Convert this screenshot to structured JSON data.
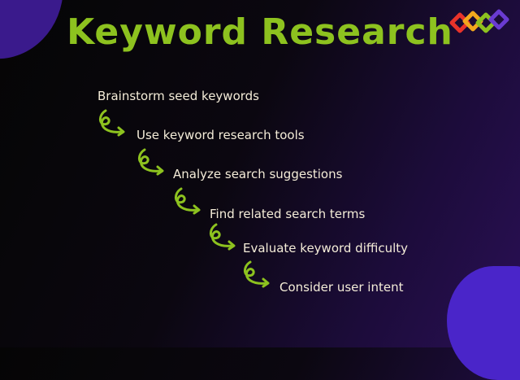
{
  "title": "Keyword Research",
  "steps": [
    {
      "label": "Brainstorm seed keywords"
    },
    {
      "label": "Use keyword research tools"
    },
    {
      "label": "Analyze search suggestions"
    },
    {
      "label": "Find related search terms"
    },
    {
      "label": "Evaluate keyword difficulty"
    },
    {
      "label": "Consider user intent"
    }
  ],
  "colors": {
    "accent": "#8dc21f",
    "text": "#f4ecd8",
    "background_dark": "#050505",
    "background_purple": "#2a0f55",
    "blob": "#4a25c9"
  },
  "icons": [
    "curly-arrow-icon",
    "logo-icon"
  ]
}
